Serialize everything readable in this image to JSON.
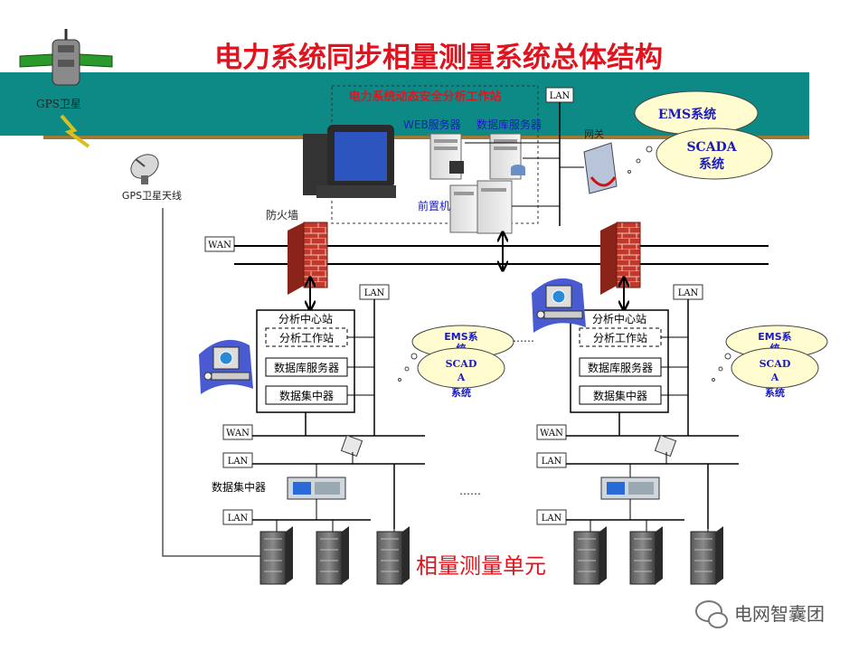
{
  "title": "电力系统同步相量测量系统总体结构",
  "gps_satellite": "GPS卫星",
  "gps_antenna": "GPS卫星天线",
  "analysis_workstation_top": "电力系统动态安全分析工作站",
  "web_server": "WEB服务器",
  "db_server_top": "数据库服务器",
  "front_end": "前置机",
  "gateway": "网关",
  "ems_top": "EMS系统",
  "scada_top": [
    "SCADA",
    "系统"
  ],
  "firewall": "防火墙",
  "wan": "WAN",
  "lan": "LAN",
  "center_title": "分析中心站",
  "center_workstation": "分析工作站",
  "center_db": "数据库服务器",
  "center_concentrator": "数据集中器",
  "ems_small": [
    "EMS系",
    "统"
  ],
  "scada_small": [
    "SCAD",
    "A",
    "系统"
  ],
  "data_concentrator": "数据集中器",
  "pmu": "相量测量单元",
  "dots": "……",
  "watermark": "电网智囊团",
  "colors": {
    "title": "#e0141e",
    "teal": "#0e8a86",
    "band_line": "#9a7a38",
    "blue_text": "#1a1abf",
    "cloud": "#fffdd0"
  }
}
